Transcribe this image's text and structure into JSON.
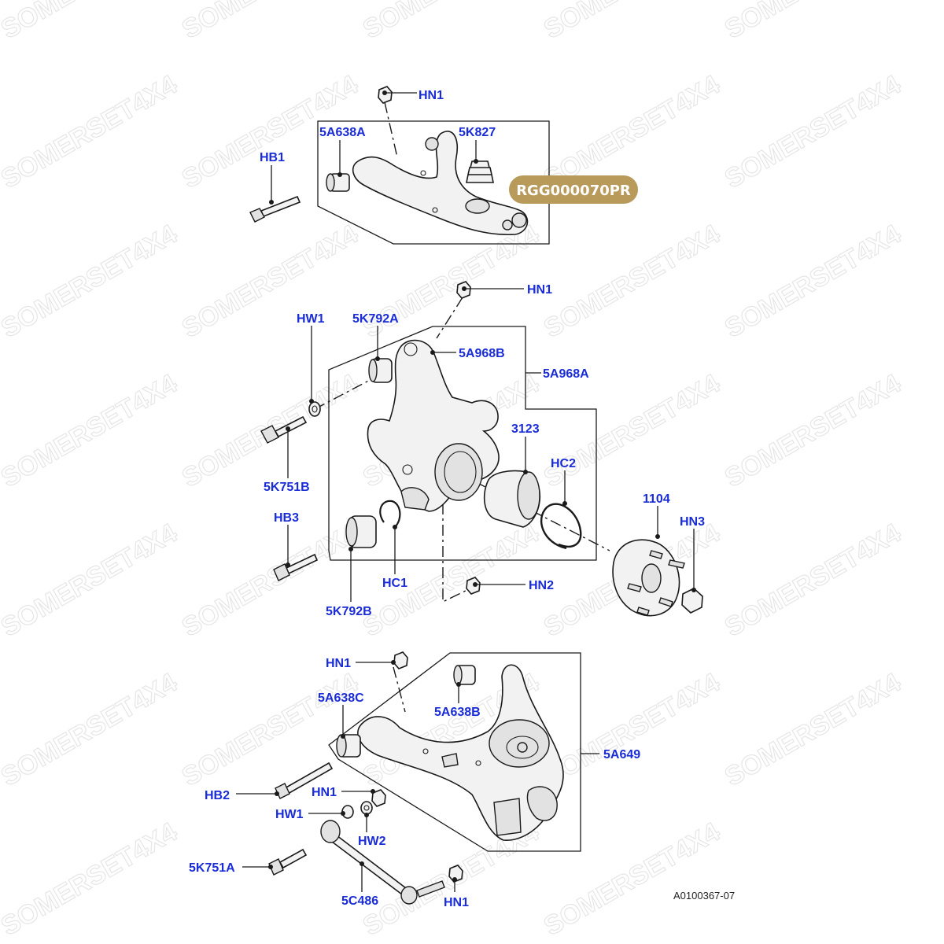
{
  "watermark": "SOMERSET4X4",
  "badge": {
    "text": "RGG000070PR",
    "color": "#b89a5a"
  },
  "figure_ref": "A0100367-07",
  "label_color": "#1a2cd8",
  "labels": {
    "hn1_top": "HN1",
    "a638a": "5A638A",
    "k827": "5K827",
    "hb1": "HB1",
    "hn1_mid": "HN1",
    "hw1_mid": "HW1",
    "k792a": "5K792A",
    "a968b": "5A968B",
    "a968a": "5A968A",
    "p3123": "3123",
    "hc2": "HC2",
    "k751b": "5K751B",
    "p1104": "1104",
    "hb3": "HB3",
    "hn3": "HN3",
    "hc1": "HC1",
    "hn2": "HN2",
    "k792b": "5K792B",
    "hn1_low": "HN1",
    "a638c": "5A638C",
    "a638b": "5A638B",
    "a649": "5A649",
    "hb2": "HB2",
    "hn1_low2": "HN1",
    "hw1_low": "HW1",
    "hw2": "HW2",
    "k751a": "5K751A",
    "c486": "5C486",
    "hn1_bottom": "HN1"
  }
}
